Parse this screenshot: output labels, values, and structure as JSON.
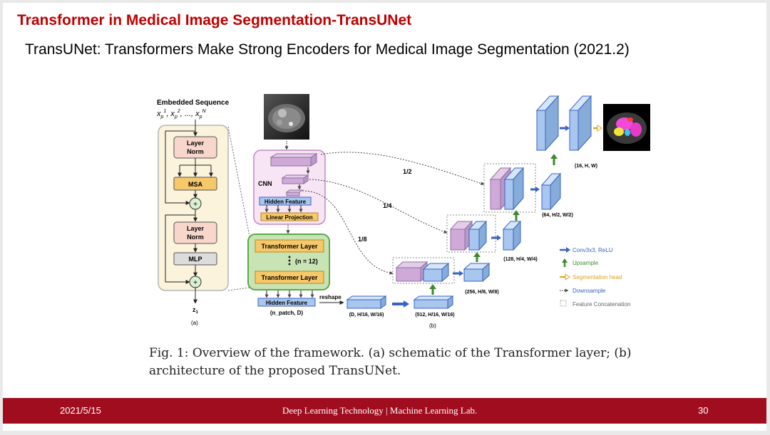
{
  "slide": {
    "title": "Transformer in Medical Image Segmentation-TransUNet",
    "subtitle": "TransUNet: Transformers Make Strong Encoders for Medical Image Segmentation (2021.2)",
    "caption": "Fig. 1: Overview of the framework. (a) schematic of the Transformer layer; (b) architecture of the proposed TransUNet."
  },
  "footer": {
    "date": "2021/5/15",
    "lab": "Deep Learning Technology  | Machine Learning Lab.",
    "page": "30"
  },
  "diagram": {
    "embedded_sequence": "Embedded Sequence",
    "sequence_math": "x",
    "layer_norm": "Layer",
    "layer_norm2": "Norm",
    "msa": "MSA",
    "mlp": "MLP",
    "plus": "+",
    "z_output": "z",
    "label_a": "(a)",
    "label_b": "(b)",
    "cnn": "CNN",
    "hidden_feature": "Hidden Feature",
    "linear_projection": "Linear Projection",
    "transformer_layer": "Transformer Layer",
    "n_layers": "(n = 12)",
    "hidden_feature_bottom": "Hidden Feature",
    "n_patch": "(n_patch, D)",
    "reshape": "reshape",
    "dims_d": "(D, H/16, W/16)",
    "dims_512": "(512, H/16, W/16)",
    "dims_256": "(256, H/8, W/8)",
    "dims_128": "(128, H/4, W/4)",
    "dims_64": "(64, H/2, W/2)",
    "dims_16": "(16, H, W)",
    "scale_half": "1/2",
    "scale_quarter": "1/4",
    "scale_eighth": "1/8"
  },
  "legend": {
    "conv": "Conv3x3, ReLU",
    "upsample": "Upsample",
    "seg_head": "Segmentation head",
    "downsample": "Downsample",
    "concat": "Feature Concatenation",
    "colors": {
      "conv": "#3a62c4",
      "upsample": "#3c8a2e",
      "seg_head": "#e0a21b",
      "downsample": "#3a62c4"
    }
  }
}
